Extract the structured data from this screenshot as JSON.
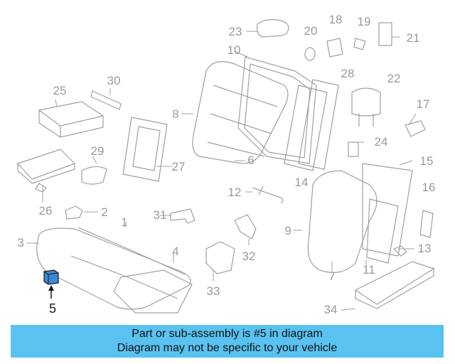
{
  "callouts": [
    {
      "text": "1"
    },
    {
      "text": "2"
    },
    {
      "text": "3"
    },
    {
      "text": "4"
    },
    {
      "text": "5"
    },
    {
      "text": "6"
    },
    {
      "text": "7"
    },
    {
      "text": "8"
    },
    {
      "text": "9"
    },
    {
      "text": "10"
    },
    {
      "text": "11"
    },
    {
      "text": "12"
    },
    {
      "text": "13"
    },
    {
      "text": "14"
    },
    {
      "text": "15"
    },
    {
      "text": "16"
    },
    {
      "text": "17"
    },
    {
      "text": "18"
    },
    {
      "text": "19"
    },
    {
      "text": "20"
    },
    {
      "text": "21"
    },
    {
      "text": "22"
    },
    {
      "text": "23"
    },
    {
      "text": "24"
    },
    {
      "text": "25"
    },
    {
      "text": "26"
    },
    {
      "text": "27"
    },
    {
      "text": "28"
    },
    {
      "text": "29"
    },
    {
      "text": "30"
    },
    {
      "text": "31"
    },
    {
      "text": "32"
    },
    {
      "text": "33"
    },
    {
      "text": "34"
    }
  ],
  "highlighted_part": "5",
  "banner": {
    "line1": "Part or sub-assembly is #5 in diagram",
    "line2": "Diagram may not be specific to your vehicle",
    "color": "#59c2f0"
  },
  "colors": {
    "line_art": "#9a9a9a",
    "highlight_fill": "#3a88d8"
  }
}
